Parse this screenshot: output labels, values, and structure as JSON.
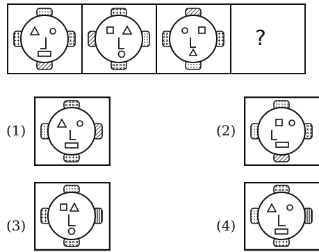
{
  "question": {
    "missing_symbol": "?"
  },
  "options": [
    {
      "label": "(1)"
    },
    {
      "label": "(2)"
    },
    {
      "label": "(3)"
    },
    {
      "label": "(4)"
    }
  ],
  "colors": {
    "ink": "#111111",
    "background": "#ffffff"
  }
}
